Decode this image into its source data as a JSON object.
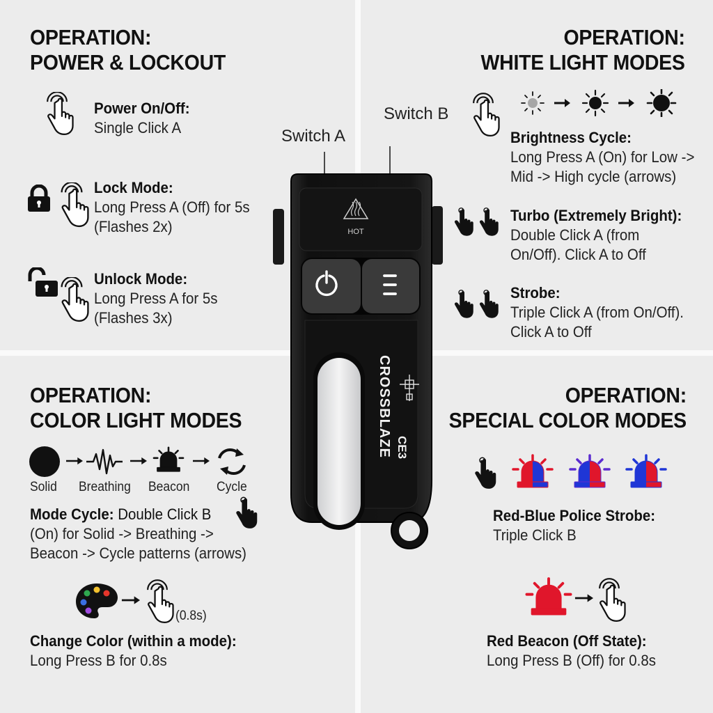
{
  "sections": {
    "power": {
      "title_line1": "OPERATION:",
      "title_line2": "POWER & LOCKOUT",
      "items": [
        {
          "title": "Power On/Off:",
          "lines": [
            "Single Click A"
          ]
        },
        {
          "title": "Lock Mode:",
          "lines": [
            "Long Press A (Off) for 5s",
            "(Flashes 2x)"
          ]
        },
        {
          "title": "Unlock Mode:",
          "lines": [
            "Long Press A for 5s",
            "(Flashes 3x)"
          ]
        }
      ]
    },
    "white": {
      "title_line1": "OPERATION:",
      "title_line2": "WHITE LIGHT MODES",
      "items": [
        {
          "title": "Brightness Cycle:",
          "lines": [
            "Long Press A (On) for Low ->",
            "Mid -> High cycle (arrows)"
          ]
        },
        {
          "title": "Turbo (Extremely Bright):",
          "lines": [
            "Double Click A (from",
            "On/Off). Click A to Off"
          ]
        },
        {
          "title": "Strobe:",
          "lines": [
            "Triple Click A (from On/Off).",
            "Click A to Off"
          ]
        }
      ]
    },
    "color": {
      "title_line1": "OPERATION:",
      "title_line2": "COLOR LIGHT MODES",
      "mode_labels": [
        "Solid",
        "Breathing",
        "Beacon",
        "Cycle"
      ],
      "cycle_title": "Mode Cycle:",
      "cycle_line1_rest": " Double Click B",
      "cycle_lines": [
        "(On) for Solid -> Breathing ->",
        "Beacon -> Cycle patterns (arrows)"
      ],
      "press_time": "(0.8s)",
      "change_title": "Change Color (within a mode):",
      "change_text": "Long Press B for 0.8s"
    },
    "special": {
      "title_line1": "OPERATION:",
      "title_line2": "SPECIAL COLOR MODES",
      "police_title": "Red-Blue Police Strobe:",
      "police_text": "Triple Click B",
      "beacon_title": "Red Beacon (Off State):",
      "beacon_text": "Long Press B (Off) for 0.8s"
    }
  },
  "device": {
    "switch_a_label": "Switch A",
    "switch_b_label": "Switch B",
    "brand": "CROSSBLAZE",
    "model": "CE3",
    "hot_label": "HOT"
  },
  "colors": {
    "background": "#ececec",
    "device_body": "#141414",
    "police_red": "#e0162b",
    "police_blue": "#1f36d6",
    "button_glow": "#ffffff"
  },
  "icons": [
    "tap-hand-icon",
    "lock-icon",
    "unlock-icon",
    "sun-icon",
    "arrow-right-icon",
    "double-tap-icon",
    "pulse-icon",
    "beacon-icon",
    "cycle-icon",
    "palette-icon",
    "siren-icon"
  ]
}
